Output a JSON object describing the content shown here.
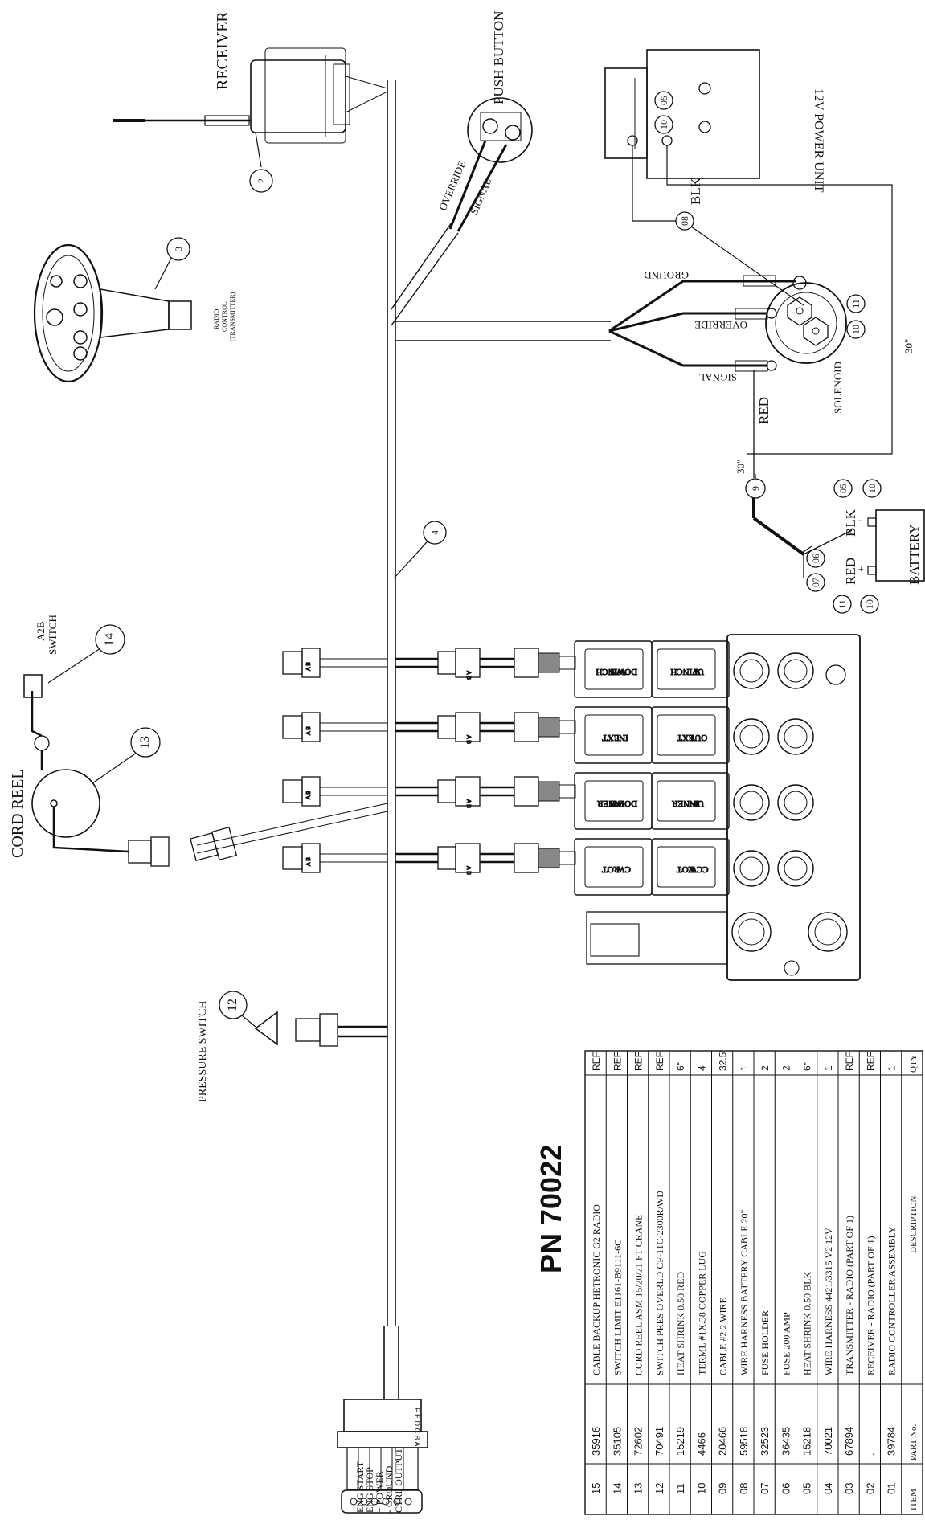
{
  "labels": {
    "receiver": "RECEIVER",
    "push_button": "PUSH BUTTON",
    "override": "OVERRIDE",
    "signal": "SIGNAL",
    "power_unit": "12V POWER UNIT",
    "blk": "BLK",
    "ground": "GROUND",
    "override_wire": "OVERRIDE",
    "signal_wire": "SIGNAL",
    "red": "RED",
    "solenoid": "SOLENOID",
    "len_30_a": "30\"",
    "len_30_b": "30\"",
    "battery": "BATTERY",
    "bat_red": "RED",
    "bat_blk": "BLK",
    "plus": "+",
    "minus": "-",
    "radio_control_1": "RADIO",
    "radio_control_2": "CONTROL",
    "radio_control_3": "(TRANSMITTER)",
    "a2b_1": "A2B",
    "a2b_2": "SWITCH",
    "cord_reel": "CORD REEL",
    "pressure_switch": "PRESSURE SWITCH",
    "connector_ab": "A  B",
    "plug_pins": "F E D C B A",
    "pn": "PN 70022",
    "pin_labels": [
      "ENG START",
      "ENG STOP",
      "+ POWER",
      "- GROUND",
      "CTRL OUTPUT"
    ]
  },
  "valves": [
    {
      "a": "WINCH",
      "b": "DOWN",
      "c": "WINCH",
      "d": "UP"
    },
    {
      "a": "EXT",
      "b": "IN",
      "c": "EXT",
      "d": "OUT"
    },
    {
      "a": "INNER",
      "b": "DOWN",
      "c": "INNER",
      "d": "UP"
    },
    {
      "a": "ROT",
      "b": "CW",
      "c": "ROT",
      "d": "CCW"
    }
  ],
  "callouts": {
    "c2": "2",
    "c3": "3",
    "c4": "4",
    "c9": "9",
    "c12": "12",
    "c13": "13",
    "c14": "14",
    "pu10": "10",
    "pu05": "05",
    "s08": "08",
    "sol10": "10",
    "sol11": "11",
    "bb05": "05",
    "bb10": "10",
    "br07": "07",
    "br06": "06",
    "br11": "11",
    "br10": "10"
  },
  "bom": {
    "header": {
      "item": "ITEM",
      "part": "PART No.",
      "desc": "DESCRIPTION",
      "qty": "QTY"
    },
    "rows": [
      {
        "item": "15",
        "part": "35916",
        "desc": "CABLE BACKUP HETRONIC G2 RADIO",
        "qty": "REF"
      },
      {
        "item": "14",
        "part": "35105",
        "desc": "SWITCH LIMIT E1161-B9111-6C",
        "qty": "REF"
      },
      {
        "item": "13",
        "part": "72602",
        "desc": "CORD REEL ASM 15/20/21 FT CRANE",
        "qty": "REF"
      },
      {
        "item": "12",
        "part": "70491",
        "desc": "SWITCH PRES OVERLD CF-11C-2300R/WD",
        "qty": "REF"
      },
      {
        "item": "11",
        "part": "15219",
        "desc": "HEAT SHRINK 0.50 RED",
        "qty": "6\""
      },
      {
        "item": "10",
        "part": "4466",
        "desc": "TERML #1X.38 COPPER LUG",
        "qty": "4"
      },
      {
        "item": "09",
        "part": "20466",
        "desc": "CABLE #2 2 WIRE",
        "qty": "32.5'"
      },
      {
        "item": "08",
        "part": "59518",
        "desc": "WIRE HARNESS BATTERY CABLE 20\"",
        "qty": "1"
      },
      {
        "item": "07",
        "part": "32523",
        "desc": "FUSE HOLDER",
        "qty": "2"
      },
      {
        "item": "06",
        "part": "36435",
        "desc": "FUSE 200 AMP",
        "qty": "2"
      },
      {
        "item": "05",
        "part": "15218",
        "desc": "HEAT SHRINK 0.50 BLK",
        "qty": "6\""
      },
      {
        "item": "04",
        "part": "70021",
        "desc": "WIRE HARNESS 4421/3315 V2 12V",
        "qty": "1"
      },
      {
        "item": "03",
        "part": "67894",
        "desc": "TRANSMITTER - RADIO (PART OF 1)",
        "qty": "REF"
      },
      {
        "item": "02",
        "part": ".",
        "desc": "RECEIVER - RADIO (PART OF 1)",
        "qty": "REF"
      },
      {
        "item": "01",
        "part": "39784",
        "desc": "RADIO CONTROLLER ASSEMBLY",
        "qty": "1"
      }
    ]
  }
}
